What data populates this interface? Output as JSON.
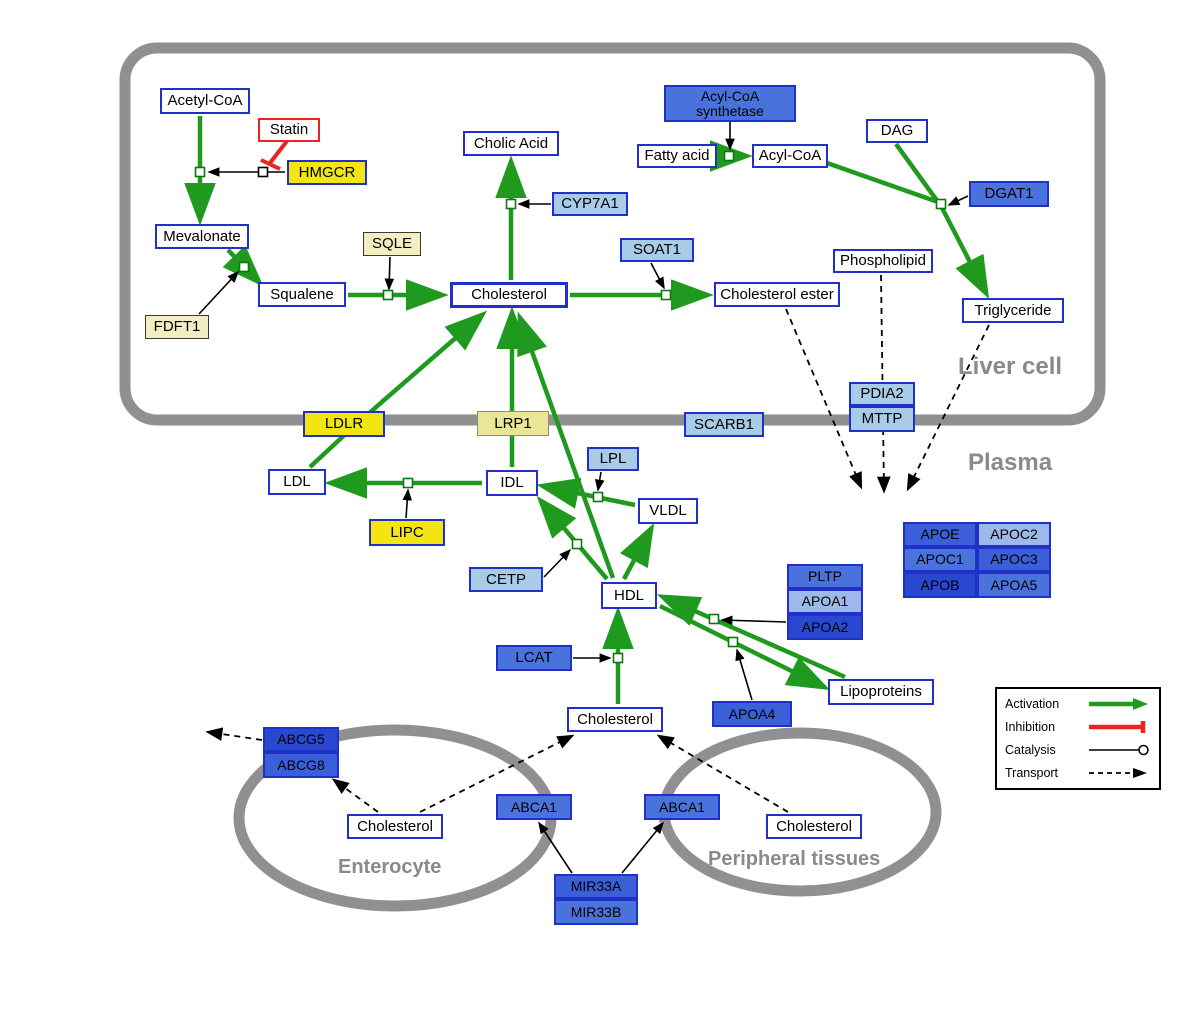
{
  "compartments": {
    "liver": "Liver cell",
    "plasma": "Plasma",
    "enterocyte": "Enterocyte",
    "peripheral": "Peripheral tissues"
  },
  "nodes": {
    "acetyl_coa": "Acetyl-CoA",
    "statin": "Statin",
    "hmgcr": "HMGCR",
    "mevalonate": "Mevalonate",
    "sqle": "SQLE",
    "fdft1": "FDFT1",
    "squalene": "Squalene",
    "cholesterol_liver": "Cholesterol",
    "cholic_acid": "Cholic Acid",
    "cyp7a1": "CYP7A1",
    "soat1": "SOAT1",
    "cholesterol_ester": "Cholesterol ester",
    "acyl_coa_synthetase": "Acyl-CoA synthetase",
    "fatty_acid": "Fatty acid",
    "acyl_coa": "Acyl-CoA",
    "dag": "DAG",
    "dgat1": "DGAT1",
    "phospholipid": "Phospholipid",
    "triglyceride": "Triglyceride",
    "pdia2": "PDIA2",
    "mttp": "MTTP",
    "scarb1": "SCARB1",
    "ldlr": "LDLR",
    "lrp1": "LRP1",
    "ldl": "LDL",
    "idl": "IDL",
    "vldl": "VLDL",
    "lpl": "LPL",
    "lipc": "LIPC",
    "cetp": "CETP",
    "hdl": "HDL",
    "lcat": "LCAT",
    "apoe": "APOE",
    "apoc2": "APOC2",
    "apoc1": "APOC1",
    "apoc3": "APOC3",
    "apob": "APOB",
    "apoa5": "APOA5",
    "pltp": "PLTP",
    "apoa1": "APOA1",
    "apoa2": "APOA2",
    "apoa4": "APOA4",
    "lipoproteins": "Lipoproteins",
    "cholesterol_plasma": "Cholesterol",
    "abcg5": "ABCG5",
    "abcg8": "ABCG8",
    "cholesterol_enterocyte": "Cholesterol",
    "abca1_left": "ABCA1",
    "abca1_right": "ABCA1",
    "cholesterol_peripheral": "Cholesterol",
    "mir33a": "MIR33A",
    "mir33b": "MIR33B"
  },
  "legend": {
    "activation": "Activation",
    "inhibition": "Inhibition",
    "catalysis": "Catalysis",
    "transport": "Transport"
  },
  "colors": {
    "activation_green": "#1f9a1f",
    "inhibition_red": "#ee2222",
    "membrane_gray": "#909090",
    "node_border_blue": "#2030c8"
  }
}
